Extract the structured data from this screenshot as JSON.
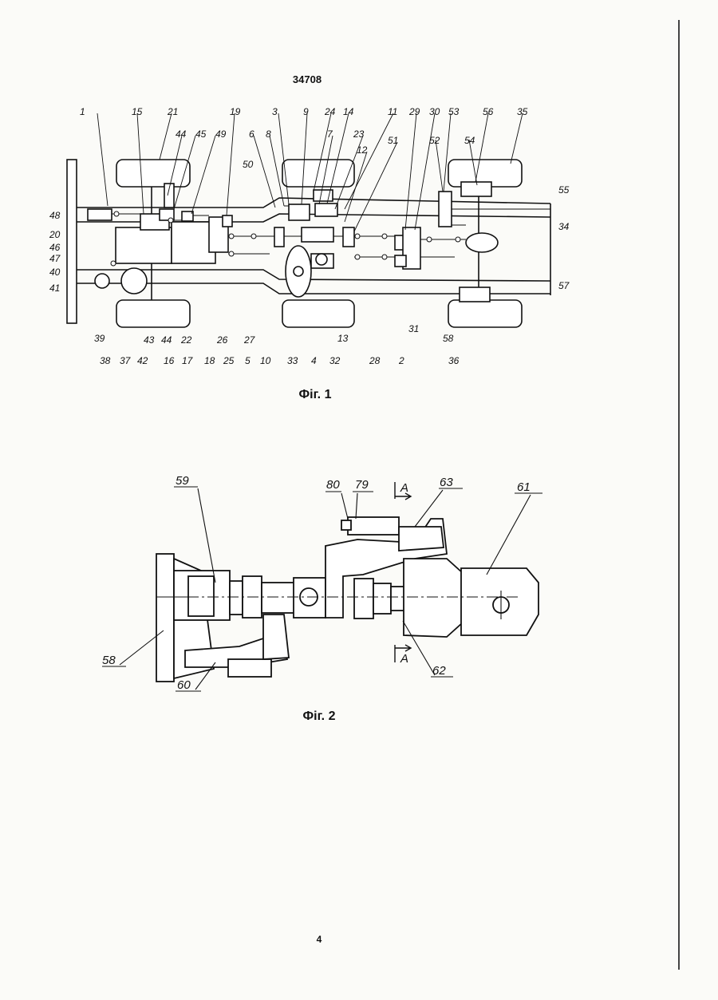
{
  "page_number_top": "34708",
  "page_number_bottom": "4",
  "figure1": {
    "caption": "Фіг. 1",
    "labels_top": [
      "1",
      "15",
      "21",
      "44",
      "45",
      "49",
      "19",
      "6",
      "8",
      "3",
      "9",
      "24",
      "14",
      "7",
      "23",
      "11",
      "12",
      "29",
      "30",
      "53",
      "56",
      "35",
      "51",
      "52",
      "54"
    ],
    "labels_left": [
      "48",
      "20",
      "46",
      "47",
      "40",
      "41"
    ],
    "labels_right": [
      "50",
      "55",
      "34",
      "57"
    ],
    "labels_bottom": [
      "39",
      "38",
      "37",
      "42",
      "43",
      "44",
      "22",
      "16",
      "17",
      "18",
      "26",
      "25",
      "27",
      "5",
      "10",
      "33",
      "4",
      "13",
      "32",
      "28",
      "2",
      "31",
      "58",
      "36"
    ]
  },
  "figure2": {
    "caption": "Фіг. 2",
    "labels": [
      "59",
      "80",
      "79",
      "A",
      "63",
      "61",
      "58",
      "60",
      "A",
      "62"
    ]
  }
}
